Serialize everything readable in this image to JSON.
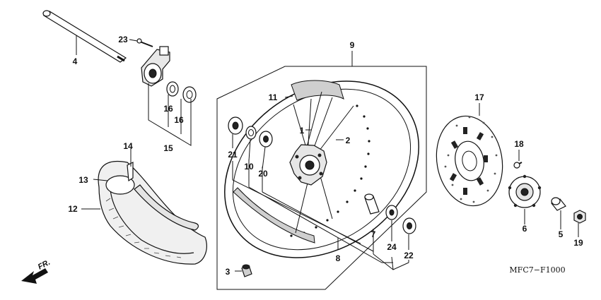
{
  "diagram_code": "MFC7−F1000",
  "direction_label": "FR.",
  "icons": [
    "front-arrow-icon"
  ],
  "callouts": {
    "c1": "1",
    "c2": "2",
    "c3": "3",
    "c4": "4",
    "c5": "5",
    "c6": "6",
    "c7": "7",
    "c8": "8",
    "c9": "9",
    "c10": "10",
    "c11": "11",
    "c12": "12",
    "c13": "13",
    "c14": "14",
    "c15": "15",
    "c16a": "16",
    "c16b": "16",
    "c17": "17",
    "c18": "18",
    "c19": "19",
    "c20": "20",
    "c21": "21",
    "c22": "22",
    "c23": "23",
    "c24": "24"
  }
}
